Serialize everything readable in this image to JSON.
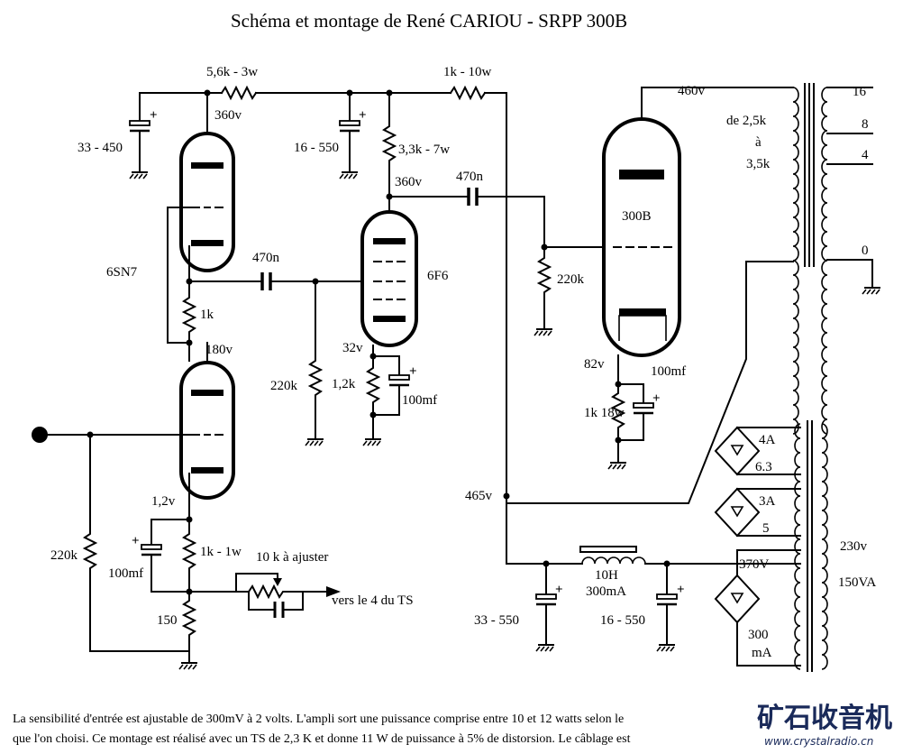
{
  "title": "Schéma et montage de René CARIOU   -   SRPP  300B",
  "caption": {
    "line1": "La sensibilité d'entrée est ajustable de 300mV à 2 volts.  L'ampli sort une puissance comprise entre 10 et 12 watts selon le",
    "line2": "que l'on choisi. Ce montage est réalisé avec un TS de 2,3 K et donne 11 W de puissance à 5% de distorsion. Le câblage est"
  },
  "watermark": {
    "title": "矿石收音机",
    "url": "www.crystalradio.cn"
  },
  "labels": {
    "r_top_main": "5,6k - 3w",
    "r_top_right": "1k - 10w",
    "c_left_top": "33 - 450",
    "c_mid_top": "16 - 550",
    "v_360_left": "360v",
    "r_3k3": "3,3k - 7w",
    "v_360_right": "360v",
    "c_470n_right": "470n",
    "c_470n_left": "470n",
    "tube_6sn7": "6SN7",
    "tube_6f6": "6F6",
    "tube_300b": "300B",
    "r_1k_sn7": "1k",
    "v_180": "180v",
    "r_220k_g6f6": "220k",
    "v_32": "32v",
    "r_1k2": "1,2k",
    "c_100mf_6f6": "100mf",
    "r_220k_g300b": "220k",
    "v_82": "82v",
    "c_100mf_300b": "100mf",
    "r_1k_18w": "1k 18w",
    "v_460": "460v",
    "xfmr_imp_1": "de 2,5k",
    "xfmr_imp_2": "à",
    "xfmr_imp_3": "3,5k",
    "tap_16": "16",
    "tap_8": "8",
    "tap_4": "4",
    "tap_0": "0",
    "v_465": "465v",
    "v_1_2": "1,2v",
    "r_220k_in": "220k",
    "c_100mf_in": "100mf",
    "r_1k_1w": "1k - 1w",
    "pot_label": "10 k à ajuster",
    "to_ts": "vers le 4 du TS",
    "r_150": "150",
    "choke_l": "10H",
    "choke_i": "300mA",
    "c_filter_left": "33 - 550",
    "c_filter_right": "16 - 550",
    "pt_4a": "4A",
    "pt_6_3": "6.3",
    "pt_3a": "3A",
    "pt_5": "5",
    "pt_370v": "370V",
    "pt_300": "300",
    "pt_ma": "mA",
    "pt_230v": "230v",
    "pt_150va": "150VA"
  }
}
